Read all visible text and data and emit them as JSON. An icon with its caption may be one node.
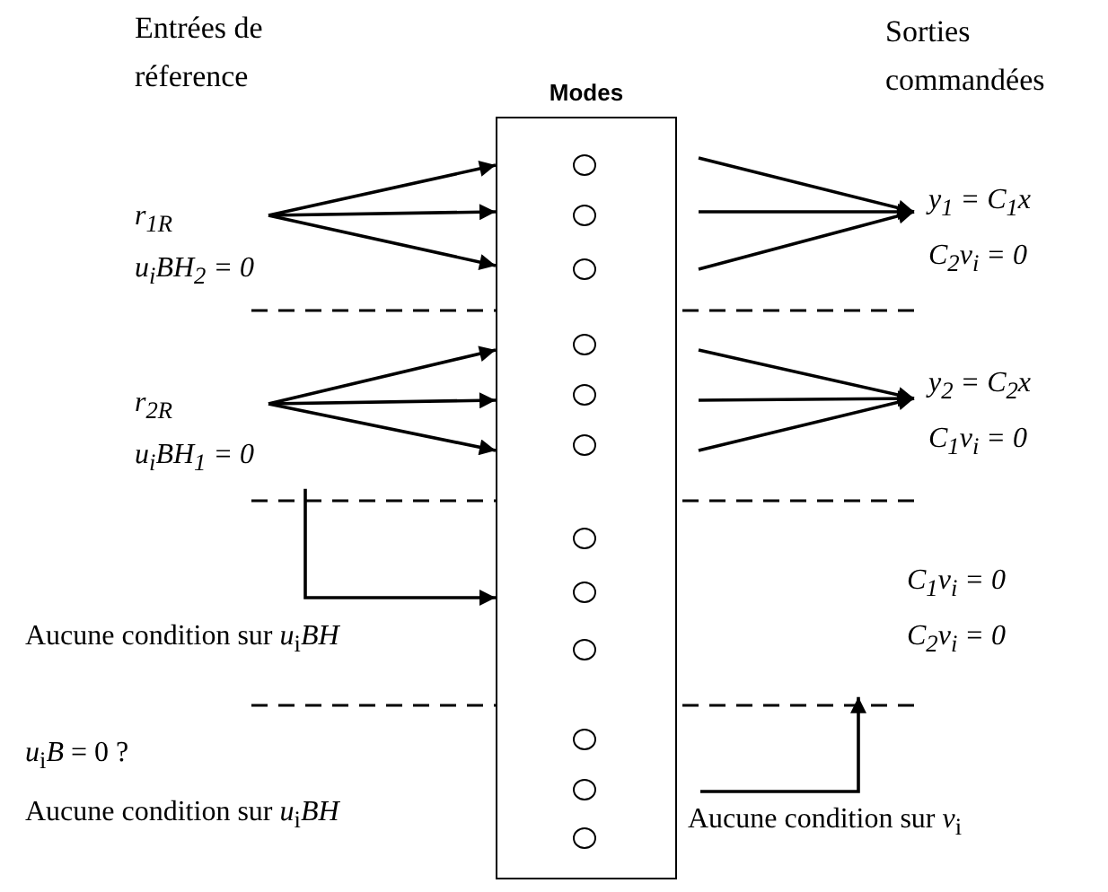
{
  "diagram": {
    "nodes": [
      {
        "text": [
          "Modes"
        ]
      },
      {
        "text": [],
        "shape": "circle",
        "in": 0
      },
      {
        "text": [],
        "shape": "circle",
        "in": 0
      },
      {
        "text": [],
        "shape": "circle",
        "in": 0
      },
      {
        "text": [],
        "shape": "circle",
        "in": 0
      },
      {
        "text": [],
        "shape": "circle",
        "in": 0
      },
      {
        "text": [],
        "shape": "circle",
        "in": 0
      },
      {
        "text": [],
        "shape": "circle",
        "in": 0
      },
      {
        "text": [],
        "shape": "circle",
        "in": 0
      },
      {
        "text": [],
        "shape": "circle",
        "in": 0
      },
      {
        "text": [],
        "shape": "circle",
        "in": 0
      },
      {
        "text": [],
        "shape": "circle",
        "in": 0
      },
      {
        "text": [],
        "shape": "circle",
        "in": 0
      },
      {
        "text": [
          "r$_{1R}$",
          "u$_{i}$BH$_{2}$ = 0"
        ]
      },
      {
        "text": [
          "y$_{1}$ = C$_{1}$x",
          "C$_{2}$v$_{i}$ = 0"
        ]
      },
      {
        "text": [
          "r$_{2R}$",
          "u$_{i}$BH$_{1}$ = 0"
        ]
      },
      {
        "text": [
          "y$_{2}$ = C$_{2}$x",
          "C$_{1}$v$_{i}$ = 0"
        ]
      },
      {
        "text": [
          "C$_{1}$v$_{i}$ = 0",
          "C$_{2}$v$_{i}$ = 0"
        ]
      },
      {
        "text": [
          "Aucune condition sur *v*$_{i}$"
        ]
      }
    ],
    "edges": [
      {
        "from": 13,
        "to": 0,
        "arrow": "to"
      },
      {
        "from": 13,
        "to": 0,
        "arrow": "to"
      },
      {
        "from": 13,
        "to": 0,
        "arrow": "to"
      },
      {
        "from": 0,
        "to": 14,
        "arrow": "to"
      },
      {
        "from": 0,
        "to": 14,
        "arrow": "to"
      },
      {
        "from": 0,
        "to": 14,
        "arrow": "to"
      },
      {
        "from": 15,
        "to": 0,
        "arrow": "to"
      },
      {
        "from": 15,
        "to": 0,
        "arrow": "to"
      },
      {
        "from": 15,
        "to": 0,
        "arrow": "to"
      },
      {
        "from": 0,
        "to": 16,
        "arrow": "to"
      },
      {
        "from": 0,
        "to": 16,
        "arrow": "to"
      },
      {
        "from": 0,
        "to": 16,
        "arrow": "to"
      },
      {
        "from": 15,
        "to": 0,
        "arrow": "to"
      },
      {
        "from": 18,
        "to": 17,
        "arrow": "to"
      }
    ],
    "labels": [
      "Entrées de réference",
      "Sorties commandées",
      "Aucune condition sur *u*$_{i}$*BH*",
      "*u*$_{i}$*B* = 0 ?",
      "Aucune condition sur *u*$_{i}$*BH*"
    ]
  }
}
